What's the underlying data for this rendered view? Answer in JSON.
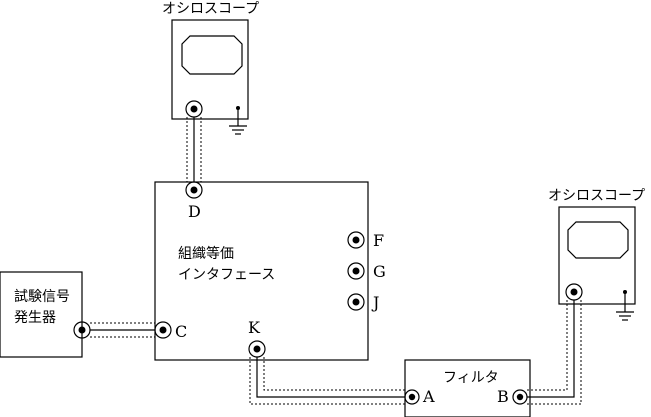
{
  "scope_top": {
    "title": "オシロスコープ"
  },
  "scope_right": {
    "title": "オシロスコープ"
  },
  "interface": {
    "line1": "組織等価",
    "line2": "インタフェース"
  },
  "generator": {
    "line1": "試験信号",
    "line2": "発生器"
  },
  "filter": {
    "title": "フィルタ"
  },
  "ports": {
    "D": "D",
    "F": "F",
    "G": "G",
    "J": "J",
    "C": "C",
    "K": "K",
    "A": "A",
    "B": "B"
  }
}
